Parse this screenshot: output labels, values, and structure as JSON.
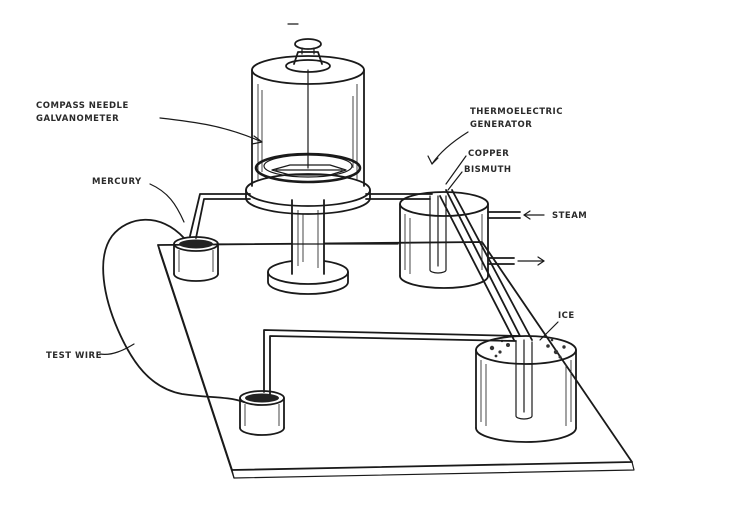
{
  "diagram": {
    "labels": {
      "galvanometer_line1": "COMPASS NEEDLE",
      "galvanometer_line2": "GALVANOMETER",
      "thermo_line1": "THERMOELECTRIC",
      "thermo_line2": "GENERATOR",
      "copper": "COPPER",
      "bismuth": "BISMUTH",
      "mercury": "MERCURY",
      "steam": "STEAM",
      "ice": "ICE",
      "test_wire": "TEST WIRE"
    },
    "colors": {
      "ink": "#1a1a1a",
      "background": "#ffffff"
    }
  }
}
